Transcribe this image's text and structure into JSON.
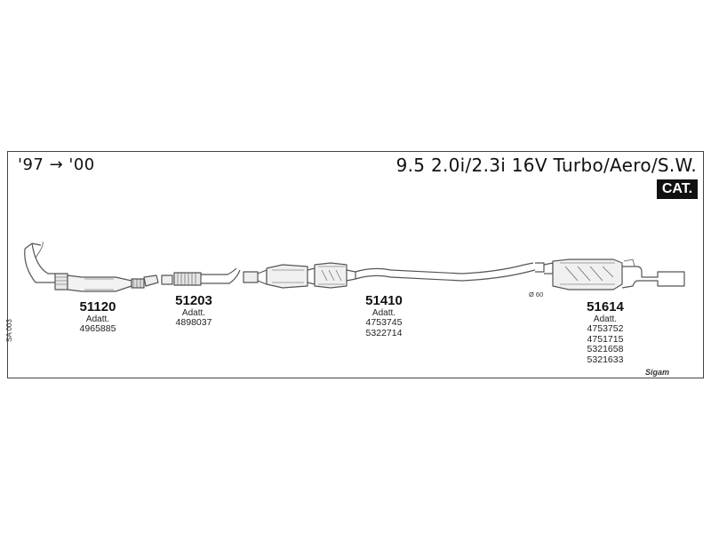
{
  "header": {
    "years": "'97 → '00",
    "title": "9.5 2.0i/2.3i 16V Turbo/Aero/S.W.",
    "badge": "CAT."
  },
  "parts": [
    {
      "number": "51120",
      "label": "Adatt.",
      "refs": [
        "4965885"
      ]
    },
    {
      "number": "51203",
      "label": "Adatt.",
      "refs": [
        "4898037"
      ]
    },
    {
      "number": "51410",
      "label": "Adatt.",
      "refs": [
        "4753745",
        "5322714"
      ]
    },
    {
      "number": "51614",
      "label": "Adatt.",
      "refs": [
        "4753752",
        "4751715",
        "5321658",
        "5321633"
      ]
    }
  ],
  "annotations": {
    "side_code": "SA 003",
    "diameter": "Ø 60",
    "brand": "Sigam"
  }
}
